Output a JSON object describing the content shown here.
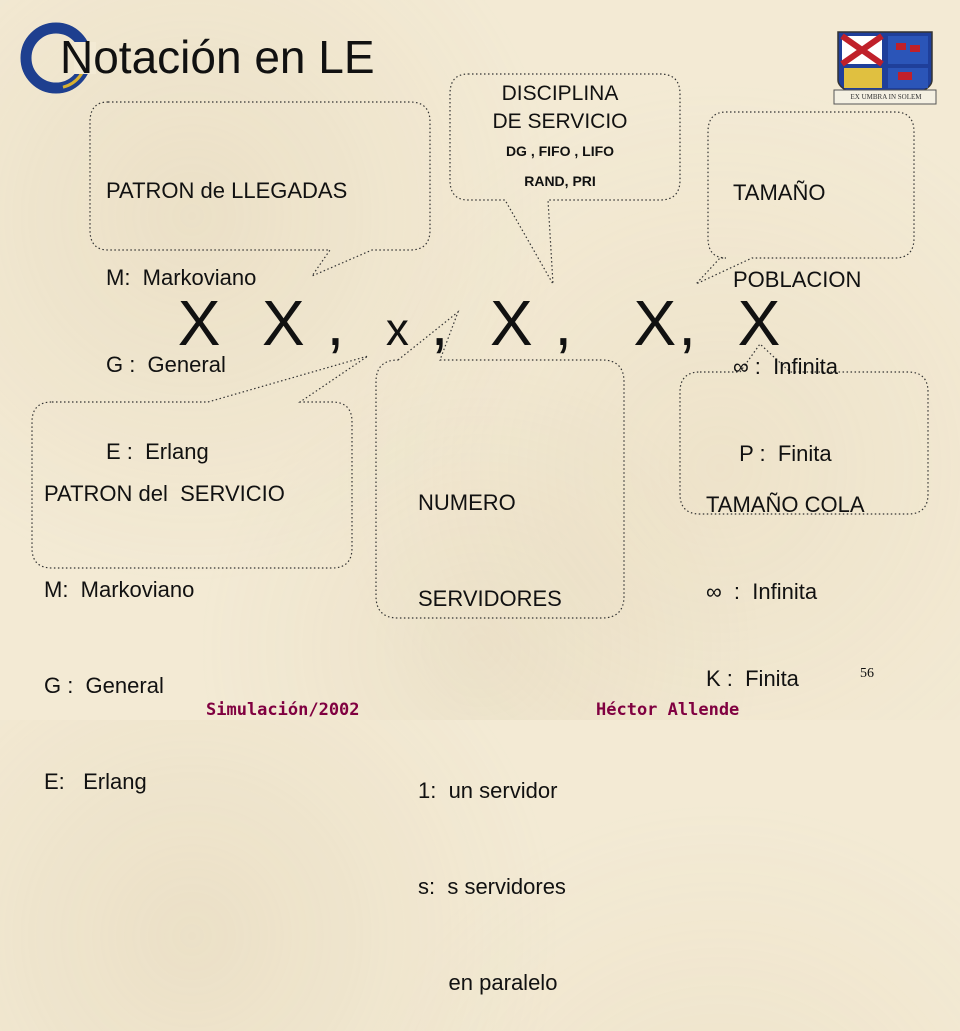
{
  "slide": {
    "title": "Notación en LE",
    "page_number": "56"
  },
  "notation": {
    "parts": [
      "X",
      "X",
      ",",
      "x",
      ",",
      "X",
      ",",
      "X,",
      "X"
    ]
  },
  "callouts": {
    "llegadas": {
      "heading": "PATRON de LLEGADAS",
      "lines": [
        "M:  Markoviano",
        "G :  General",
        "E :  Erlang"
      ]
    },
    "disciplina": {
      "heading1": "DISCIPLINA",
      "heading2": "DE SERVICIO",
      "line1": "DG , FIFO , LIFO",
      "line2": "RAND, PRI"
    },
    "poblacion": {
      "heading1": "TAMAÑO",
      "heading2": "POBLACION",
      "lines": [
        "∞ :  Infinita",
        " P :  Finita"
      ]
    },
    "servicio": {
      "heading": "PATRON del  SERVICIO",
      "lines": [
        "M:  Markoviano",
        "G :  General",
        "E:   Erlang"
      ]
    },
    "servidores": {
      "heading1": "NUMERO",
      "heading2": "SERVIDORES",
      "lines": [
        "1:  un servidor",
        "s:  s servidores",
        "     en paralelo"
      ]
    },
    "cola": {
      "heading": "TAMAÑO COLA",
      "lines": [
        "∞  :  Infinita",
        "K :  Finita"
      ]
    },
    "crest_motto": "EX UMBRA IN SOLEM"
  },
  "footer": {
    "left": "Simulación/2002",
    "right": "Héctor Allende"
  },
  "colors": {
    "background": "#f3ead4",
    "footer_text": "#800040",
    "logo_blue": "#1e3f8f",
    "logo_gold": "#d8b030"
  }
}
